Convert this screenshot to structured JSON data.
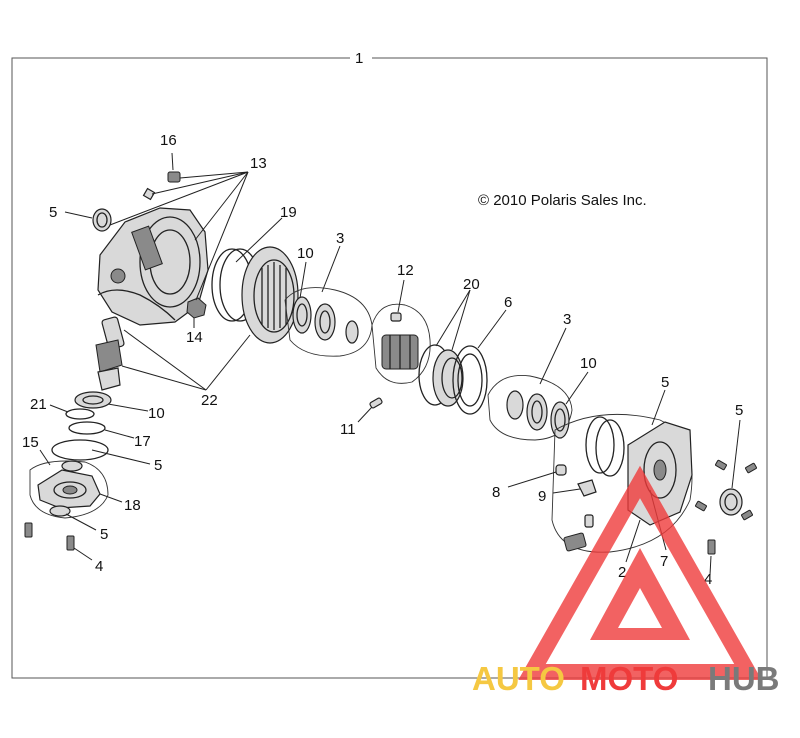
{
  "assembly_label": "1",
  "copyright": "© 2010 Polaris Sales Inc.",
  "callouts": [
    {
      "key": "c16",
      "text": "16"
    },
    {
      "key": "c13",
      "text": "13"
    },
    {
      "key": "c5a",
      "text": "5"
    },
    {
      "key": "c19",
      "text": "19"
    },
    {
      "key": "c10a",
      "text": "10"
    },
    {
      "key": "c3a",
      "text": "3"
    },
    {
      "key": "c12",
      "text": "12"
    },
    {
      "key": "c20",
      "text": "20"
    },
    {
      "key": "c6",
      "text": "6"
    },
    {
      "key": "c3b",
      "text": "3"
    },
    {
      "key": "c10b",
      "text": "10"
    },
    {
      "key": "c14",
      "text": "14"
    },
    {
      "key": "c22",
      "text": "22"
    },
    {
      "key": "c21",
      "text": "21"
    },
    {
      "key": "c10c",
      "text": "10"
    },
    {
      "key": "c17",
      "text": "17"
    },
    {
      "key": "c15",
      "text": "15"
    },
    {
      "key": "c5b",
      "text": "5"
    },
    {
      "key": "c18",
      "text": "18"
    },
    {
      "key": "c5c",
      "text": "5"
    },
    {
      "key": "c4a",
      "text": "4"
    },
    {
      "key": "c11",
      "text": "11"
    },
    {
      "key": "c5d",
      "text": "5"
    },
    {
      "key": "c5e",
      "text": "5"
    },
    {
      "key": "c8",
      "text": "8"
    },
    {
      "key": "c9",
      "text": "9"
    },
    {
      "key": "c2",
      "text": "2"
    },
    {
      "key": "c7",
      "text": "7"
    },
    {
      "key": "c4b",
      "text": "4"
    }
  ],
  "watermark": {
    "word_a": "AUTO",
    "word_b": "MOTO",
    "word_c": "HUB",
    "color_a": "#f5c842",
    "color_b": "#ef3b3b",
    "color_c": "#7a7a7a"
  }
}
